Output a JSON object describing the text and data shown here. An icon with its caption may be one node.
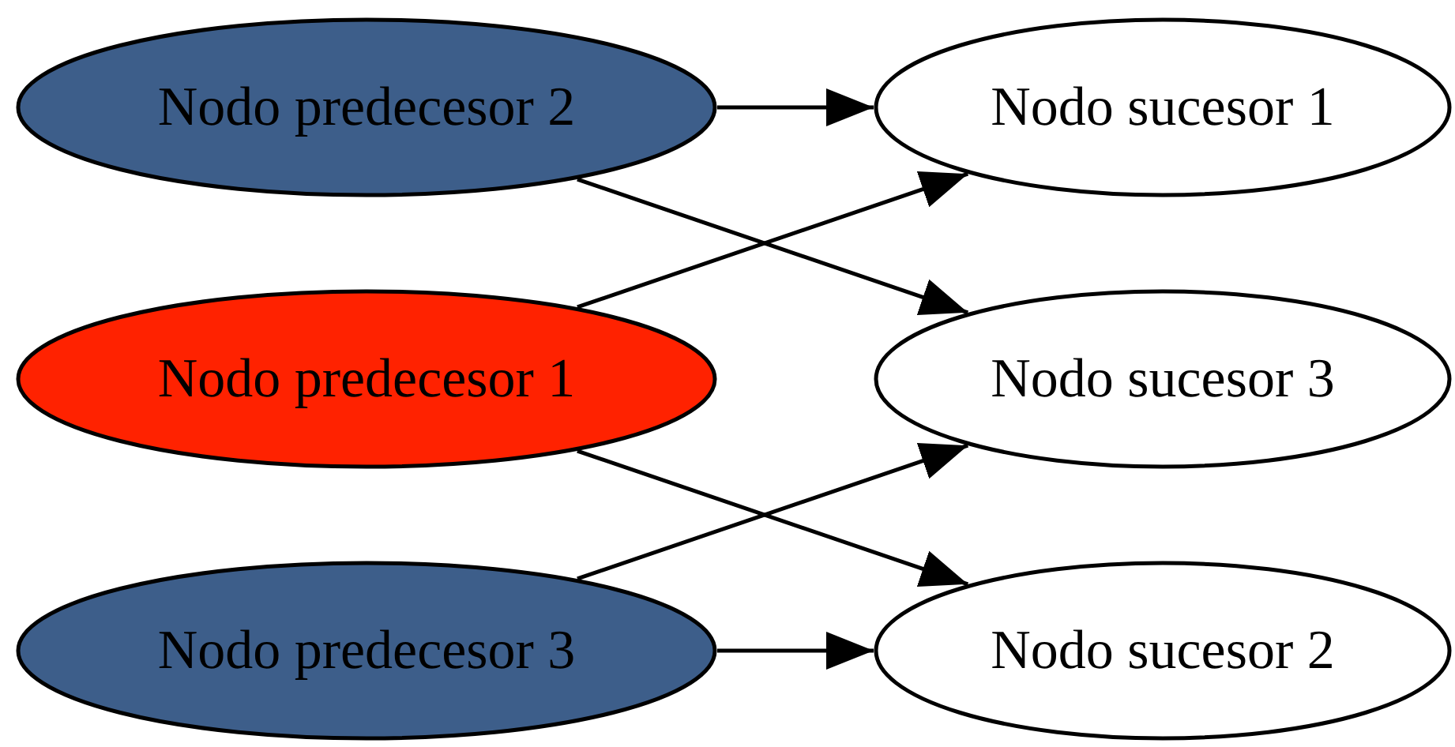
{
  "diagram": {
    "nodes": [
      {
        "text": [
          "Nodo predecesor 2"
        ]
      },
      {
        "text": [
          "Nodo sucesor 1"
        ]
      },
      {
        "text": [
          "Nodo predecesor 1"
        ]
      },
      {
        "text": [
          "Nodo sucesor 3"
        ]
      },
      {
        "text": [
          "Nodo predecesor 3"
        ]
      },
      {
        "text": [
          "Nodo sucesor 2"
        ]
      }
    ],
    "edges": [
      {
        "from": 0,
        "to": 1,
        "arrow": "to"
      },
      {
        "from": 0,
        "to": 3,
        "arrow": "to"
      },
      {
        "from": 2,
        "to": 1,
        "arrow": "to"
      },
      {
        "from": 2,
        "to": 5,
        "arrow": "to"
      },
      {
        "from": 4,
        "to": 3,
        "arrow": "to"
      },
      {
        "from": 4,
        "to": 5,
        "arrow": "to"
      }
    ]
  }
}
